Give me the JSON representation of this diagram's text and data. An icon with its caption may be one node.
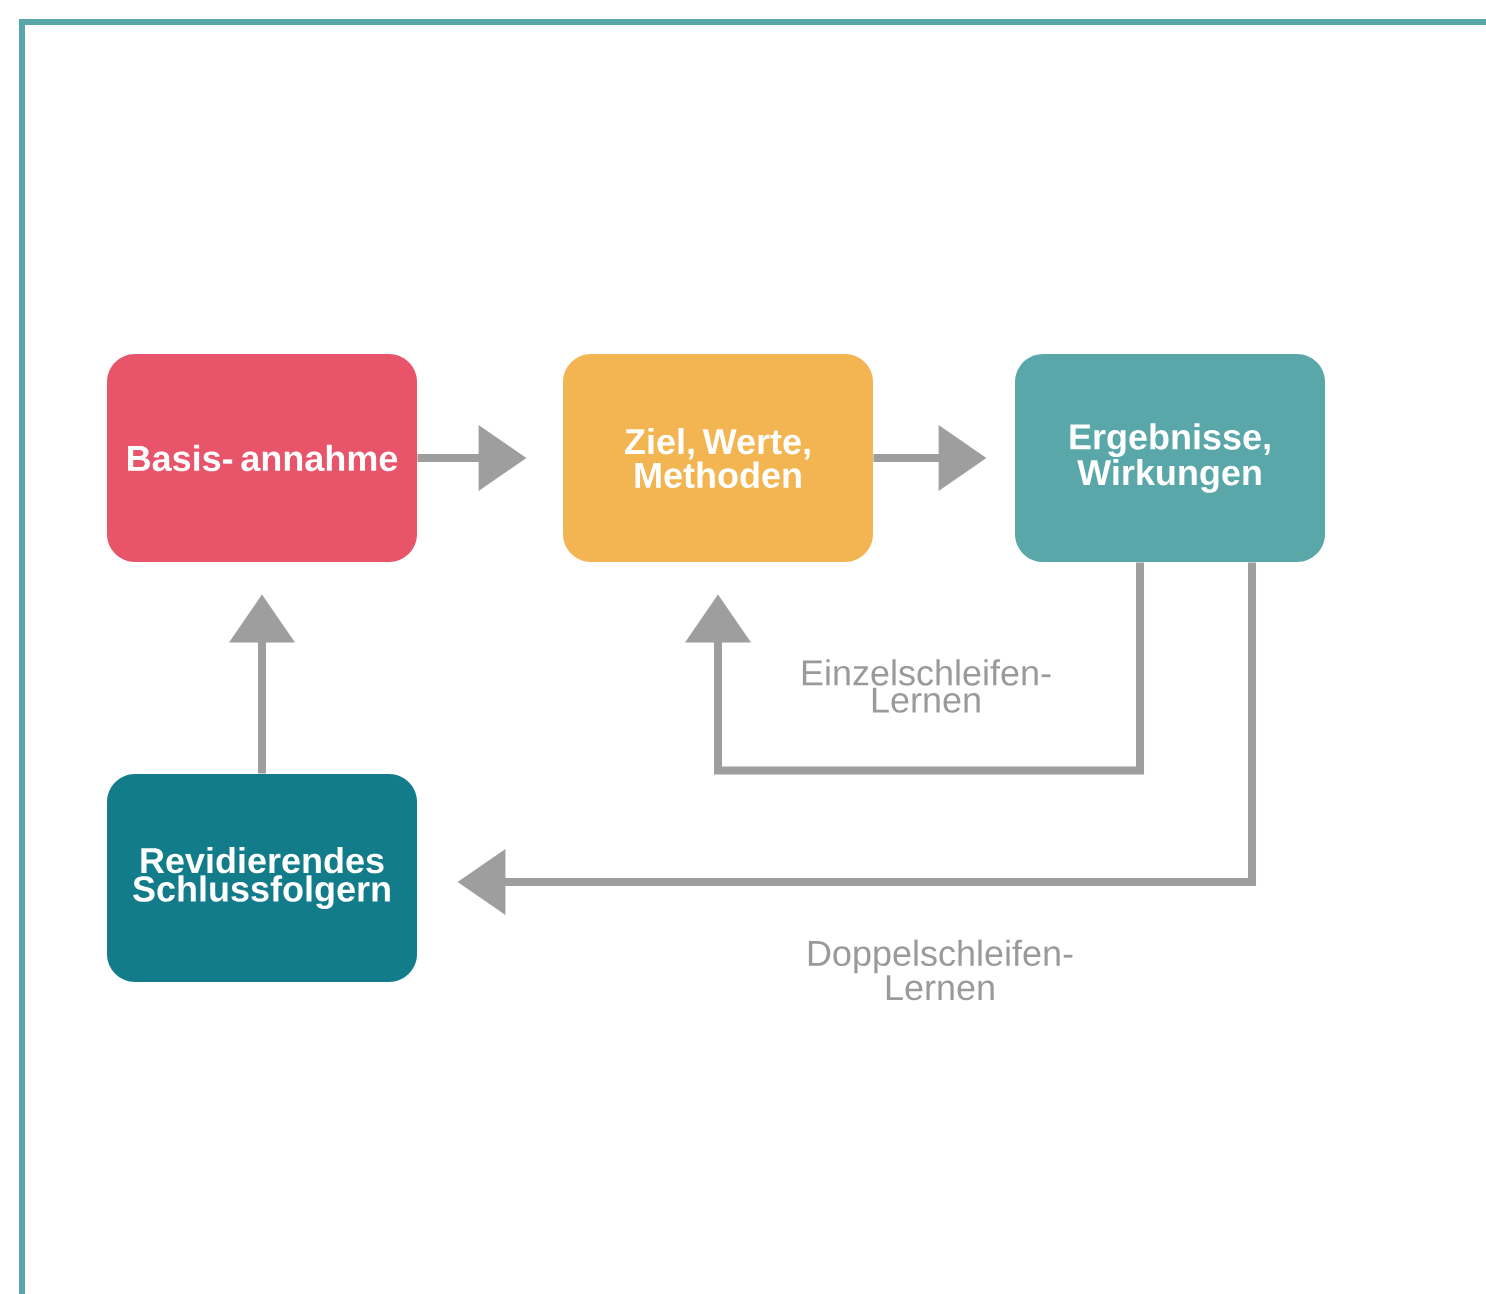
{
  "diagram": {
    "nodes": [
      {
        "text": [
          "Basis- annahme"
        ]
      },
      {
        "text": [
          "Ziel, Werte, Methoden"
        ]
      },
      {
        "text": [
          "Ergebnisse, Wirkungen"
        ]
      },
      {
        "text": [
          "Revidierendes Schlussfolgern"
        ]
      }
    ],
    "edges": [
      {
        "from": 0,
        "to": 1,
        "arrow": "to"
      },
      {
        "from": 1,
        "to": 2,
        "arrow": "to"
      },
      {
        "from": 2,
        "to": 1,
        "arrow": "to",
        "label": "Einzelschleifen- Lernen"
      },
      {
        "from": 2,
        "to": 3,
        "arrow": "to",
        "label": "Doppelschleifen- Lernen"
      },
      {
        "from": 3,
        "to": 0,
        "arrow": "to"
      }
    ]
  }
}
